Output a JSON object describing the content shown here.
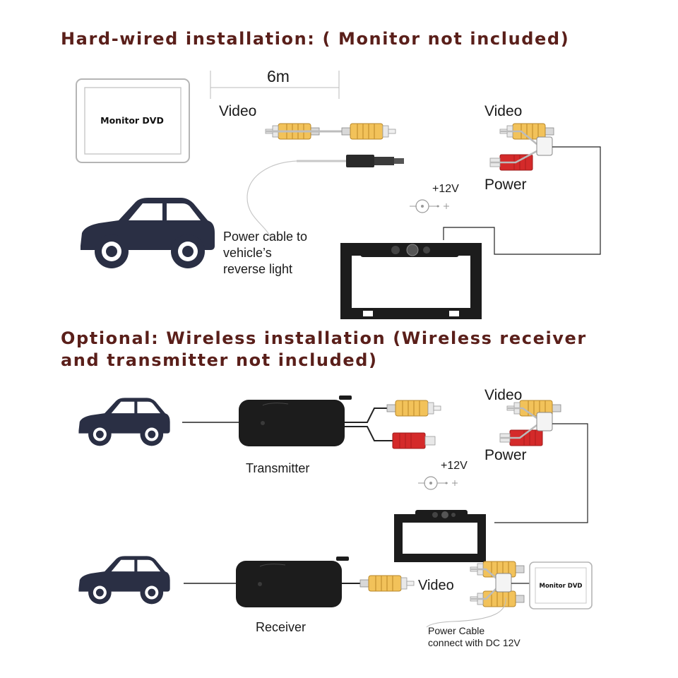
{
  "headings": {
    "hardwired": "Hard-wired installation:  ( Monitor not included)",
    "optional_line1": "Optional: Wireless installation (Wireless receiver",
    "optional_line2": "and transmitter not included)"
  },
  "hardwired": {
    "length": "6m",
    "monitor": "Monitor DVD",
    "video_cable": "Video",
    "camera_video": "Video",
    "camera_power": "Power",
    "voltage": "+12V",
    "power_note": [
      "Power cable to",
      "vehicle’s",
      "reverse light"
    ]
  },
  "wireless": {
    "transmitter": "Transmitter",
    "receiver": "Receiver",
    "camera_video": "Video",
    "camera_power": "Power",
    "voltage": "+12V",
    "receiver_video": "Video",
    "monitor": "Monitor DVD",
    "power_note": [
      "Power Cable",
      "connect with DC 12V"
    ]
  },
  "colors": {
    "heading": "#5a1f1a",
    "rca_yellow": "#f2c25a",
    "rca_red": "#d42a2a",
    "car": "#2a2f44",
    "box": "#1c1c1c"
  }
}
